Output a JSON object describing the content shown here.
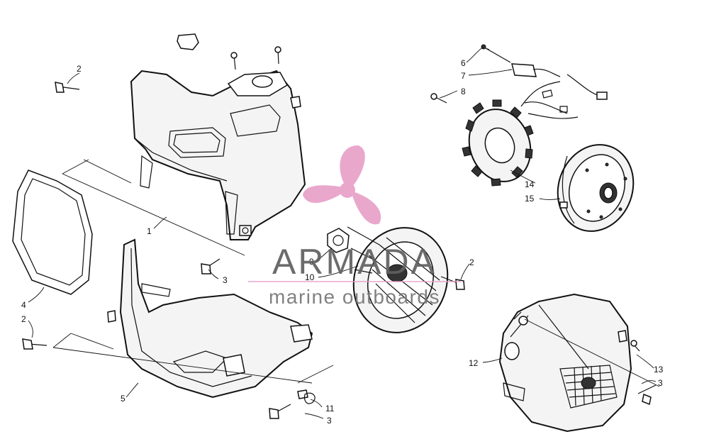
{
  "callouts": [
    "1",
    "2",
    "2",
    "2",
    "3",
    "3",
    "3",
    "4",
    "5",
    "6",
    "7",
    "8",
    "9",
    "10",
    "11",
    "12",
    "13",
    "14",
    "15"
  ],
  "watermark": {
    "brand": "ARMADA",
    "tagline": "marine outboards",
    "logo_color": "#e8a0c8"
  }
}
